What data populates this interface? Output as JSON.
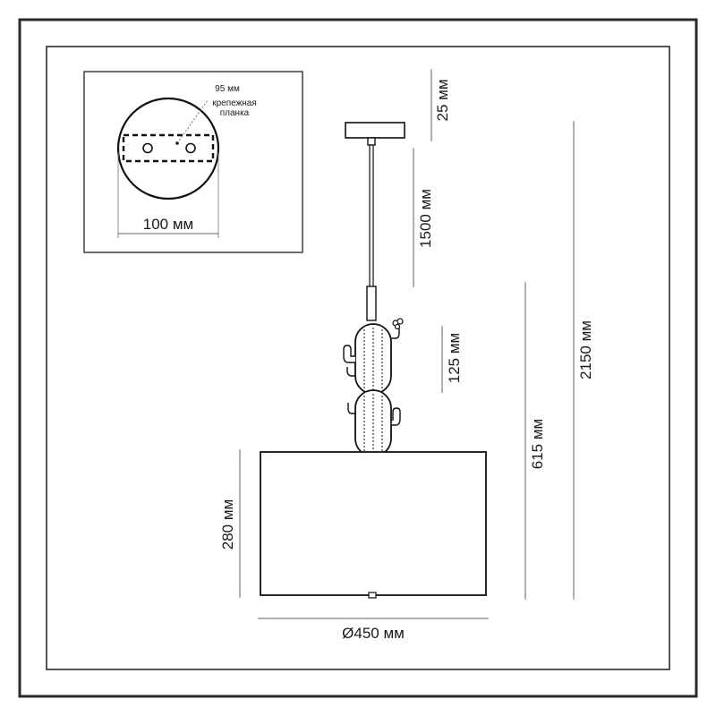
{
  "drawing": {
    "inset": {
      "mount_width_label": "95 мм",
      "mount_plate_label_line1": "крепежная",
      "mount_plate_label_line2": "планка",
      "canopy_diameter_label": "100 мм"
    },
    "dimensions": {
      "canopy_height": "25 мм",
      "cable_length": "1500 мм",
      "cactus_segment_height": "125 мм",
      "total_height": "2150 мм",
      "body_height": "615 мм",
      "shade_height": "280 мм",
      "shade_diameter": "Ø450 мм"
    }
  }
}
